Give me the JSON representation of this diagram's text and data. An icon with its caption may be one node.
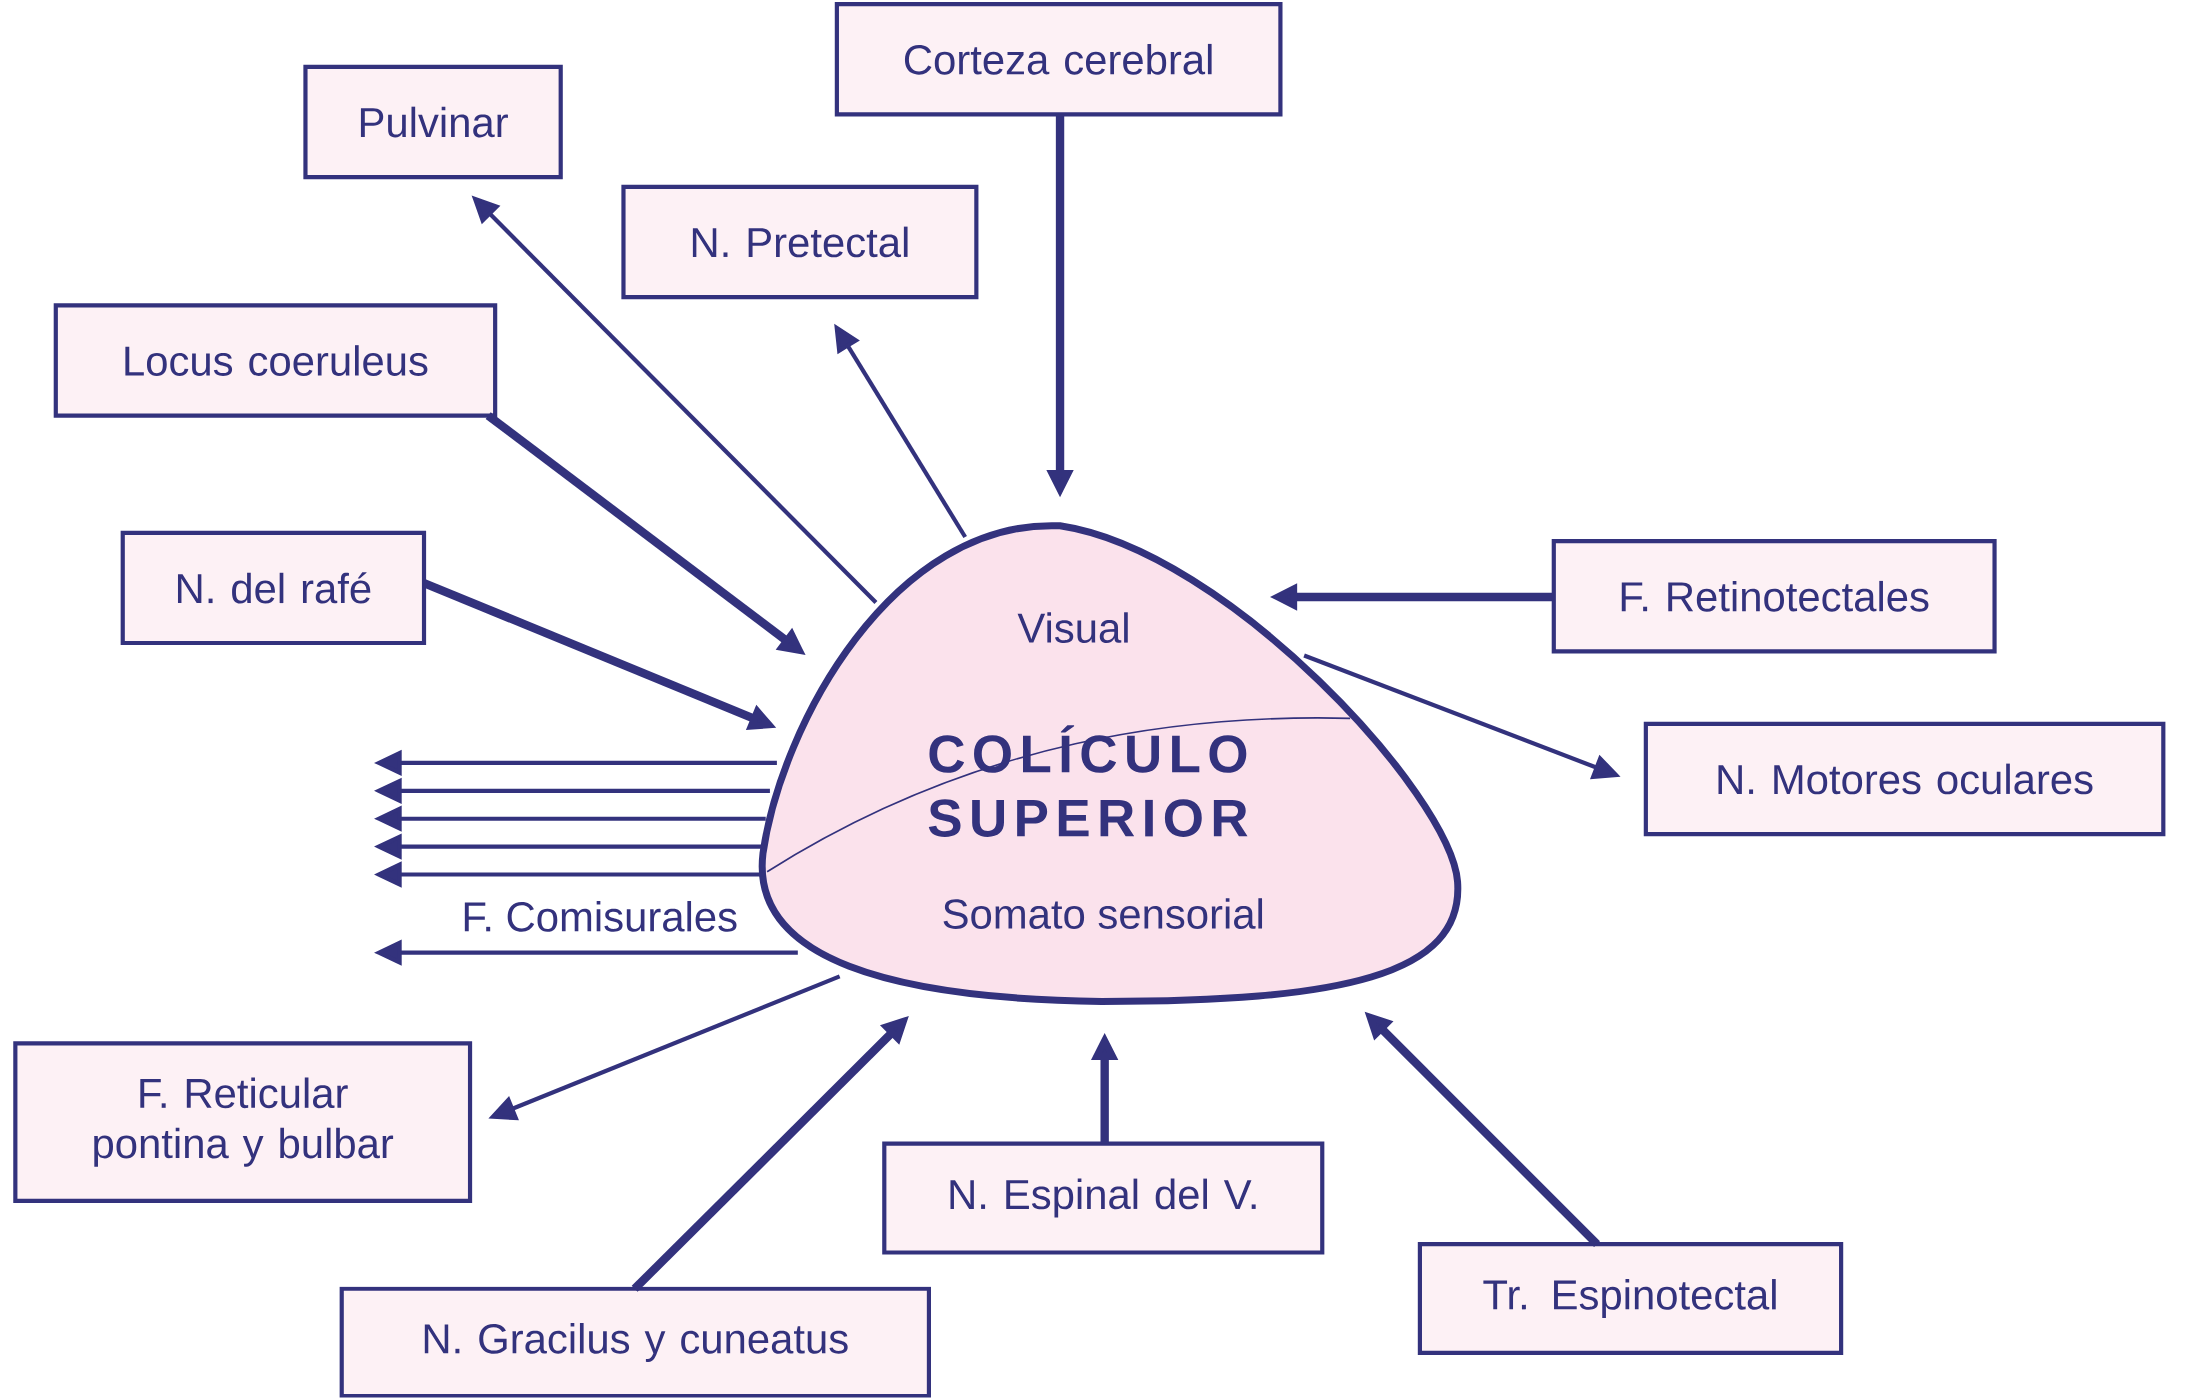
{
  "diagram": {
    "nodes": [
      {
        "text": [
          "Corteza cerebral"
        ]
      },
      {
        "text": [
          "Pulvinar"
        ]
      },
      {
        "text": [
          "N. Pretectal"
        ]
      },
      {
        "text": [
          "Locus coeruleus"
        ]
      },
      {
        "text": [
          "N. del rafé"
        ]
      },
      {
        "text": [
          "F. Retinotectales"
        ]
      },
      {
        "text": [
          "Visual",
          "COLÍCULO SUPERIOR",
          "Somato sensorial"
        ]
      },
      {
        "text": [
          "N. Motores oculares"
        ]
      },
      {
        "text": [
          "F. Reticular pontina y bulbar"
        ]
      },
      {
        "text": [
          "N. Espinal del V."
        ]
      },
      {
        "text": [
          "Tr. Espinotectal"
        ]
      },
      {
        "text": [
          "N. Gracilus y cuneatus"
        ]
      }
    ],
    "edges": [
      {
        "from": 0,
        "to": 6,
        "arrow": "to",
        "style": "thick"
      },
      {
        "from": 6,
        "to": 1,
        "arrow": "to"
      },
      {
        "from": 6,
        "to": 2,
        "arrow": "to"
      },
      {
        "from": 3,
        "to": 6,
        "arrow": "to",
        "style": "thick"
      },
      {
        "from": 4,
        "to": 6,
        "arrow": "to",
        "style": "thick"
      },
      {
        "from": 5,
        "to": 6,
        "arrow": "to",
        "style": "thick"
      },
      {
        "from": 6,
        "to": 7,
        "arrow": "to"
      },
      {
        "from": 6,
        "to": 8,
        "arrow": "to"
      },
      {
        "from": 11,
        "to": 6,
        "arrow": "to",
        "style": "thick"
      },
      {
        "from": 9,
        "to": 6,
        "arrow": "to",
        "style": "thick"
      },
      {
        "from": 10,
        "to": 6,
        "arrow": "to",
        "style": "thick"
      },
      {
        "from": 6,
        "to": null,
        "arrow": "to"
      },
      {
        "from": 6,
        "to": null,
        "arrow": "to"
      },
      {
        "from": 6,
        "to": null,
        "arrow": "to"
      },
      {
        "from": 6,
        "to": null,
        "arrow": "to"
      },
      {
        "from": 6,
        "to": null,
        "arrow": "to"
      },
      {
        "from": 6,
        "to": null,
        "arrow": "to",
        "label": "F. Comisurales"
      }
    ]
  }
}
